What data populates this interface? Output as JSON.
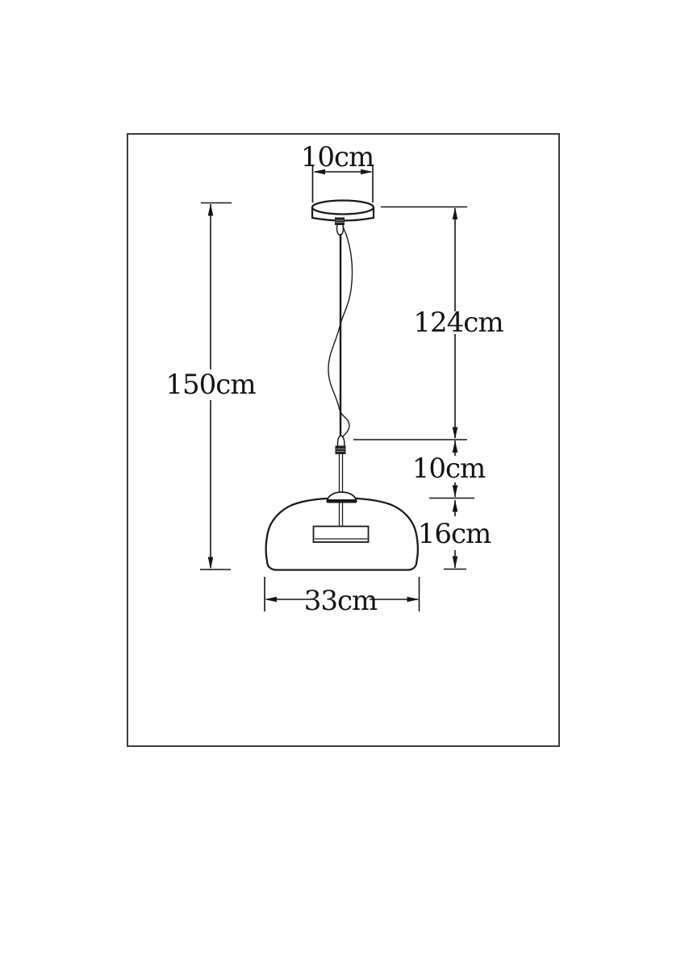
{
  "figure": {
    "type": "technical-dimension-drawing",
    "subject": "pendant-lamp",
    "unit": "cm"
  },
  "dimensions": {
    "canopy_width": "10cm",
    "cord_length": "124cm",
    "total_height": "150cm",
    "stem_gap": "10cm",
    "shade_height": "16cm",
    "shade_width": "33cm"
  },
  "colors": {
    "line": "#1a1a1a",
    "border": "#3c3c3c",
    "background": "#ffffff"
  }
}
